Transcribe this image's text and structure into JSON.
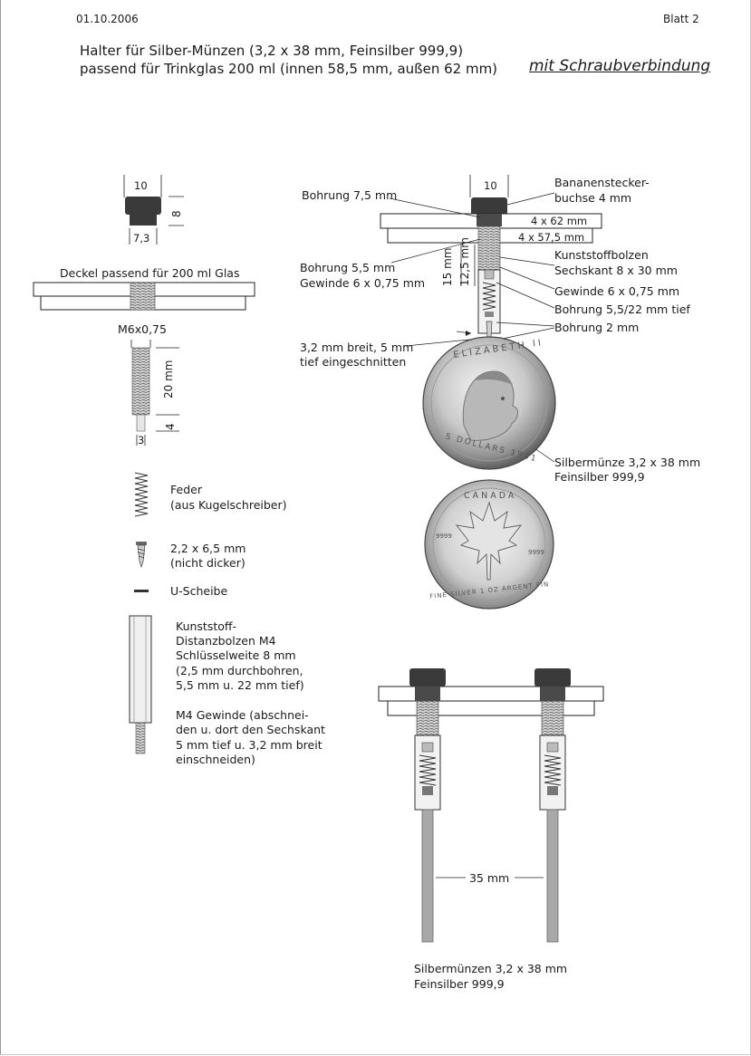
{
  "header": {
    "date": "01.10.2006",
    "sheet": "Blatt 2",
    "title_line1": "Halter für Silber-Münzen (3,2 x 38 mm, Feinsilber 999,9)",
    "title_line2": "passend für Trinkglas 200 ml (innen 58,5 mm, außen 62 mm)",
    "subtitle": "mit Schraubverbindung"
  },
  "parts": {
    "cap_width": "10",
    "cap_height": "8",
    "cap_bottom": "7,3",
    "lid_label": "Deckel passend für 200 ml Glas",
    "bolt_thread": "M6x0,75",
    "bolt_length": "20 mm",
    "bolt_tip_length": "4",
    "bolt_tip_width": "3",
    "spring_l1": "Feder",
    "spring_l2": "(aus Kugelschreiber)",
    "screw_l1": "2,2 x 6,5 mm",
    "screw_l2": "(nicht dicker)",
    "washer": "U-Scheibe",
    "standoff_lines": [
      "Kunststoff-",
      "Distanzbolzen M4",
      "Schlüsselweite 8 mm",
      "(2,5 mm durchbohren,",
      "5,5 mm u.  22 mm tief)"
    ],
    "thread_lines": [
      "M4 Gewinde (abschnei-",
      "den u. dort den Sechskant",
      "5 mm tief u. 3,2 mm breit",
      "einschneiden)"
    ]
  },
  "assembly": {
    "top_width": "10",
    "bore_75": "Bohrung 7,5 mm",
    "banana_l1": "Bananenstecker-",
    "banana_l2": "buchse 4 mm",
    "lid_outer": "4 x 62 mm",
    "lid_inner": "4 x 57,5 mm",
    "bore_55_l1": "Bohrung 5,5 mm",
    "bore_55_l2": "Gewinde 6 x 0,75 mm",
    "dim_15": "15 mm",
    "dim_125": "12,5 mm",
    "standoff_l1": "Kunststoffbolzen",
    "standoff_l2": "Sechskant 8 x 30 mm",
    "thread_6": "Gewinde 6 x 0,75 mm",
    "bore_deep": "Bohrung 5,5/22 mm tief",
    "bore_2": "Bohrung 2 mm",
    "slot_l1": "3,2 mm breit, 5 mm",
    "slot_l2": "tief eingeschnitten",
    "coin_l1": "Silbermünze 3,2 x 38 mm",
    "coin_l2": "Feinsilber 999,9"
  },
  "coins": {
    "front_top": "ELIZABETH II",
    "front_bottom": "5 DOLLARS 1991",
    "back_top": "CANADA",
    "back_left": "FINE SILVER 1 OZ ARGENT FIN",
    "back_9999_left": "9999",
    "back_9999_right": "9999"
  },
  "bottom": {
    "spacing": "35 mm",
    "caption_l1": "Silbermünzen 3,2 x 38 mm",
    "caption_l2": "Feinsilber 999,9"
  }
}
